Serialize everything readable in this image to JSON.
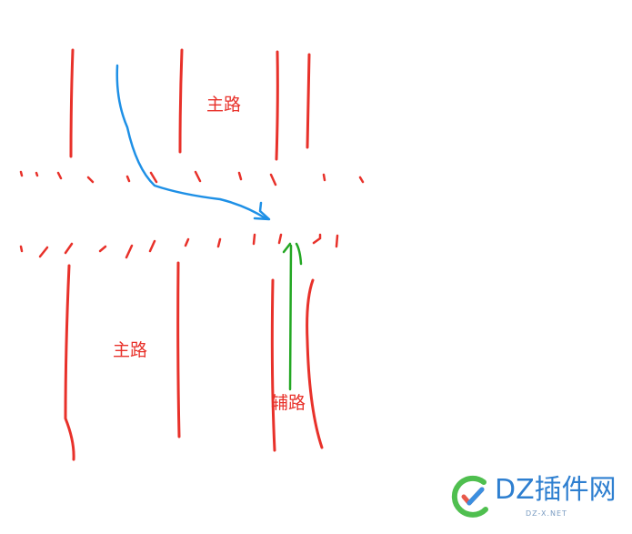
{
  "labels": {
    "main_road_top": "主路",
    "main_road_left": "主路",
    "auxiliary_road": "辅路"
  },
  "watermark": {
    "brand": "DZ插件网",
    "sub": "DZ-X.NET",
    "icon": "check-circle-logo-icon"
  },
  "colors": {
    "road_lines": "#e8312a",
    "route_main": "#1e90e6",
    "route_aux": "#23a723",
    "watermark": "#2e7fd0"
  }
}
